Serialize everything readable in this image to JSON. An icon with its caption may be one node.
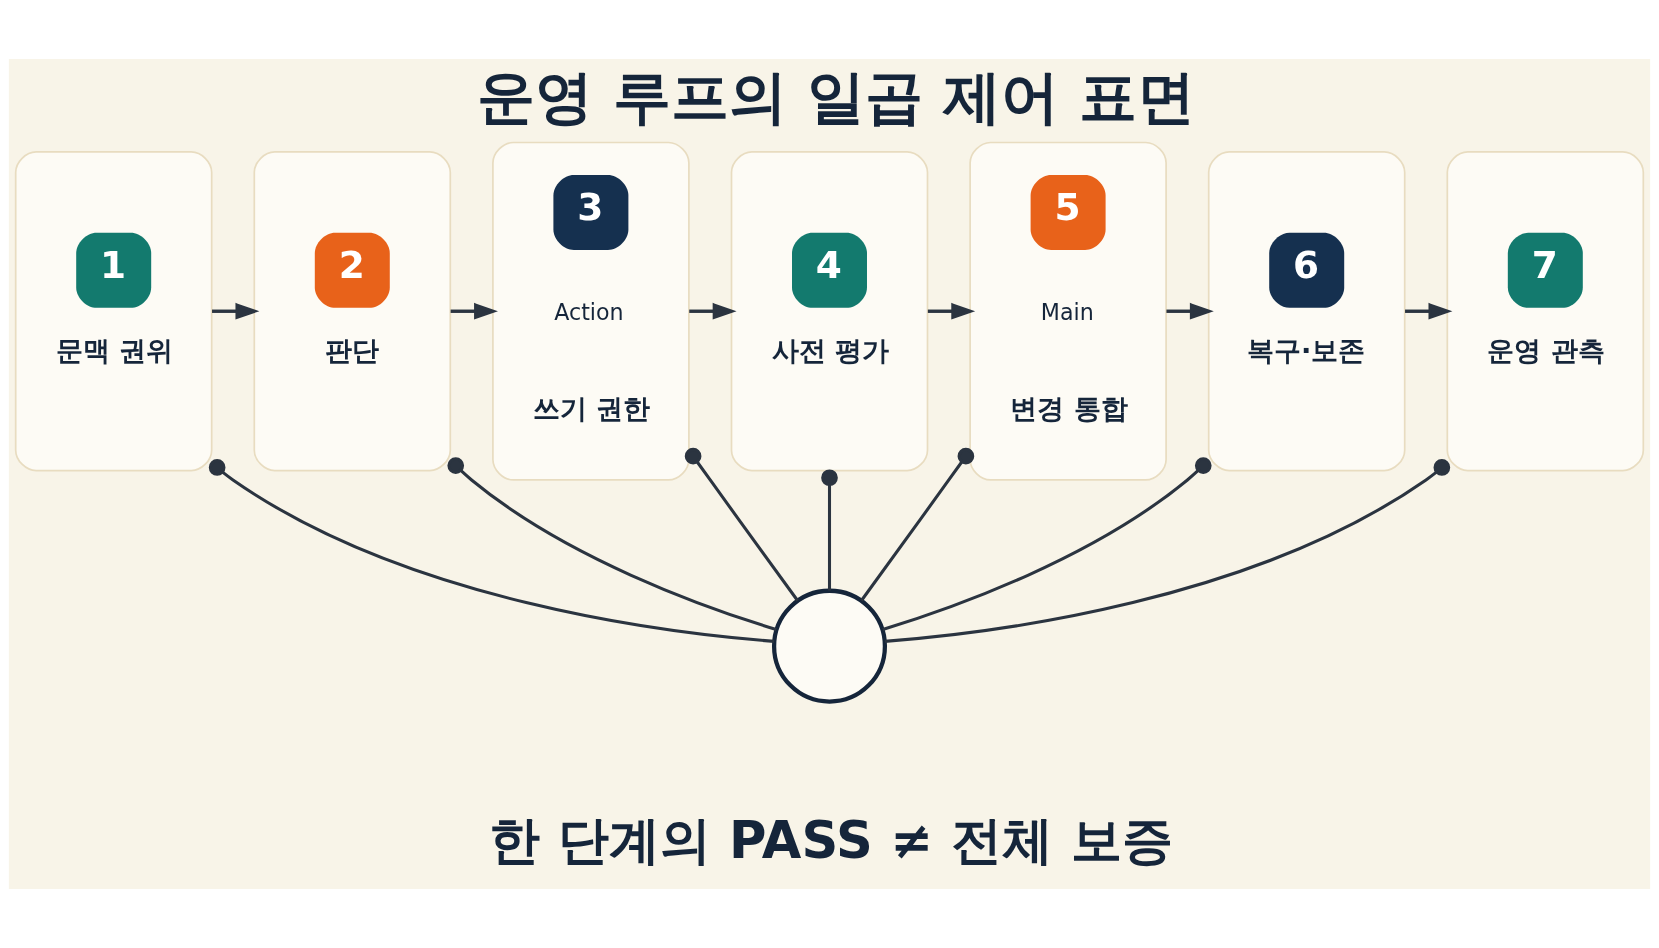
{
  "diagram": {
    "title": "운영 루프의 일곱 제어 표면",
    "caption": "한 단계의 PASS ≠ 전체 보증",
    "nodes": [
      {
        "text": [
          "1",
          "문맥 권위"
        ]
      },
      {
        "text": [
          "2",
          "판단"
        ]
      },
      {
        "text": [
          "3",
          "Action",
          "쓰기 권한"
        ]
      },
      {
        "text": [
          "4",
          "사전 평가"
        ]
      },
      {
        "text": [
          "5",
          "Main",
          "변경 통합"
        ]
      },
      {
        "text": [
          "6",
          "복구·보존"
        ]
      },
      {
        "text": [
          "7",
          "운영 관측"
        ]
      },
      {
        "text": [],
        "shape": "circle"
      }
    ],
    "edges": [
      {
        "from": 0,
        "to": 1,
        "arrow": "to"
      },
      {
        "from": 1,
        "to": 2,
        "arrow": "to"
      },
      {
        "from": 2,
        "to": 3,
        "arrow": "to"
      },
      {
        "from": 3,
        "to": 4,
        "arrow": "to"
      },
      {
        "from": 4,
        "to": 5,
        "arrow": "to"
      },
      {
        "from": 5,
        "to": 6,
        "arrow": "to"
      },
      {
        "from": 0,
        "to": 7,
        "arrow": "other"
      },
      {
        "from": 1,
        "to": 7,
        "arrow": "other"
      },
      {
        "from": 2,
        "to": 7,
        "arrow": "other"
      },
      {
        "from": 3,
        "to": 7,
        "arrow": "other"
      },
      {
        "from": 4,
        "to": 7,
        "arrow": "other"
      },
      {
        "from": 5,
        "to": 7,
        "arrow": "other"
      },
      {
        "from": 6,
        "to": 7,
        "arrow": "other"
      }
    ]
  }
}
